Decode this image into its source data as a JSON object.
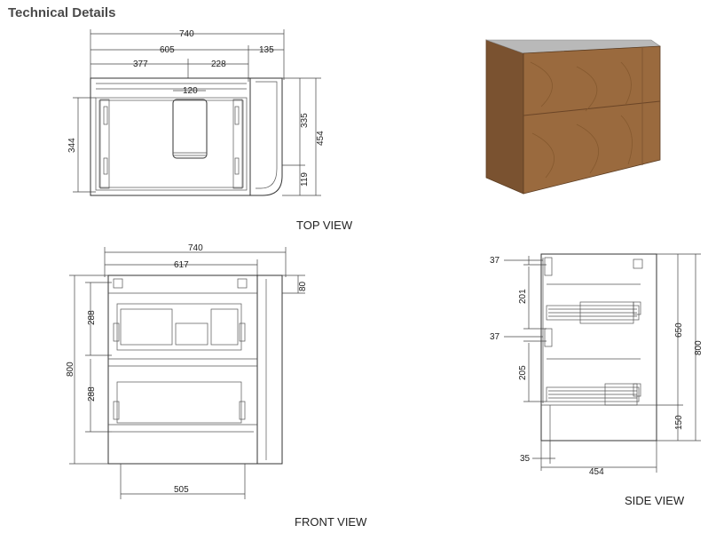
{
  "page_title": "Technical Details",
  "views": {
    "top": "TOP VIEW",
    "front": "FRONT VIEW",
    "side": "SIDE VIEW"
  },
  "dimensions": {
    "top": {
      "total_width": "740",
      "body_width": "605",
      "left": "377",
      "right": "228",
      "panel": "135",
      "centre": "120",
      "depth": "454",
      "upper_depth": "335",
      "lower_depth": "119",
      "inner_depth": "344"
    },
    "front": {
      "total_width": "740",
      "body_width": "617",
      "top_gap": "80",
      "height": "800",
      "drawer_upper": "288",
      "drawer_lower": "288",
      "base_width": "505"
    },
    "side": {
      "top_gap_1": "37",
      "top_gap_2": "37",
      "drawer_1": "201",
      "drawer_2": "205",
      "upper_height": "650",
      "height": "800",
      "plinth": "150",
      "toe": "35",
      "depth": "454"
    }
  },
  "colors": {
    "wood": "#9a6a3e",
    "wood_dark": "#7a5230",
    "line": "#333333"
  }
}
